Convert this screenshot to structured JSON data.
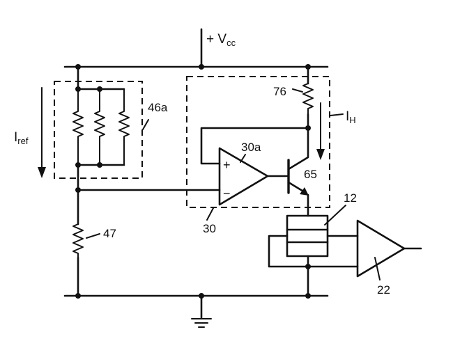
{
  "supply": {
    "prefix": "+ V",
    "subscript": "cc"
  },
  "reference_current": {
    "main": "I",
    "subscript": "ref"
  },
  "heater_current": {
    "main": "I",
    "subscript": "H"
  },
  "labels": {
    "resistor_array": "46a",
    "resistor_76": "76",
    "opamp": "30a",
    "transistor": "65",
    "sensor": "12",
    "control_block": "30",
    "resistor_47": "47",
    "amplifier": "22"
  },
  "opamp_inputs": {
    "plus": "+",
    "minus": "−"
  }
}
